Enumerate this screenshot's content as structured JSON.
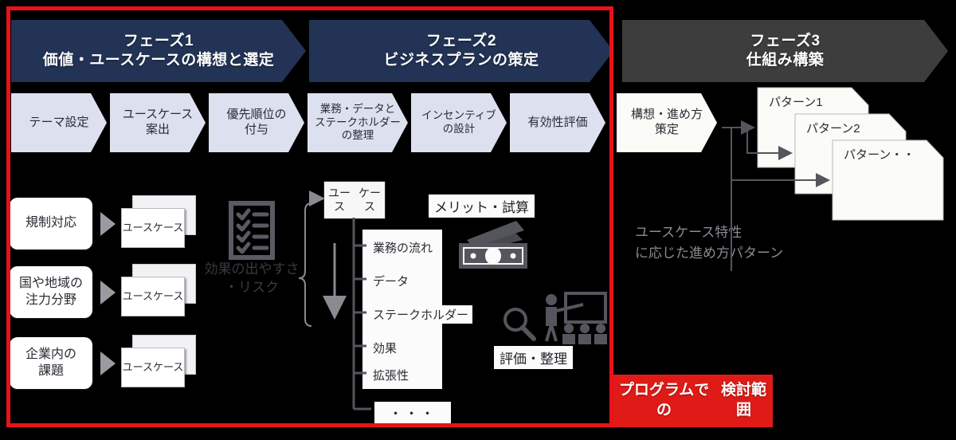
{
  "colors": {
    "phase_navy": "#223355",
    "phase_gray": "#3d3d3d",
    "step_fill": "#dde0ee",
    "scope_red": "#e8121a",
    "label_red": "#e01b17",
    "card_white": "#ffffff",
    "dim_text": "#3a3a40",
    "gray_text": "#8a8a92"
  },
  "phases": [
    {
      "id": "phase1",
      "title": "フェーズ1",
      "subtitle": "価値・ユースケースの構想と選定",
      "tone": "navy"
    },
    {
      "id": "phase2",
      "title": "フェーズ2",
      "subtitle": "ビジネスプランの策定",
      "tone": "navy"
    },
    {
      "id": "phase3",
      "title": "フェーズ3",
      "subtitle": "仕組み構築",
      "tone": "gray"
    }
  ],
  "steps": [
    {
      "id": "step1",
      "label": "テーマ設定"
    },
    {
      "id": "step2",
      "label": "ユースケース\n案出"
    },
    {
      "id": "step3",
      "label": "優先順位の\n付与"
    },
    {
      "id": "step4",
      "label": "業務・データと\nステークホルダー\nの整理"
    },
    {
      "id": "step5",
      "label": "インセンティブ\nの設計"
    },
    {
      "id": "step6",
      "label": "有効性評価"
    },
    {
      "id": "step7",
      "label": "構想・進め方\n策定"
    }
  ],
  "sources": [
    {
      "id": "src1",
      "label": "規制対応",
      "usecase": "ユース\nケース"
    },
    {
      "id": "src2",
      "label": "国や地域の\n注力分野",
      "usecase": "ユース\nケース"
    },
    {
      "id": "src3",
      "label": "企業内の\n課題",
      "usecase": "ユース\nケース"
    }
  ],
  "checklist_caption": "効果の出やすさ\n・リスク",
  "center_node": "ユース\nケース",
  "detail_items": [
    {
      "id": "d1",
      "label": "業務の流れ"
    },
    {
      "id": "d2",
      "label": "データ"
    },
    {
      "id": "d3",
      "label": "ステークホルダー"
    },
    {
      "id": "d4",
      "label": "効果"
    },
    {
      "id": "d5",
      "label": "拡張性"
    },
    {
      "id": "d6",
      "label": "・・・"
    }
  ],
  "merit_label": "メリット・試算",
  "eval_label": "評価・整理",
  "phase3": {
    "patterns": [
      {
        "id": "p1",
        "label": "パターン1"
      },
      {
        "id": "p2",
        "label": "パターン2"
      },
      {
        "id": "p3",
        "label": "パターン・・"
      }
    ],
    "caption": "ユースケース特性\nに応じた進め方パターン"
  },
  "program_scope_label": "プログラムでの\n検討範囲",
  "icons": {
    "checklist": "checklist-icon",
    "money": "banknote-icon",
    "magnifier": "magnifier-icon",
    "presentation": "presentation-icon"
  }
}
